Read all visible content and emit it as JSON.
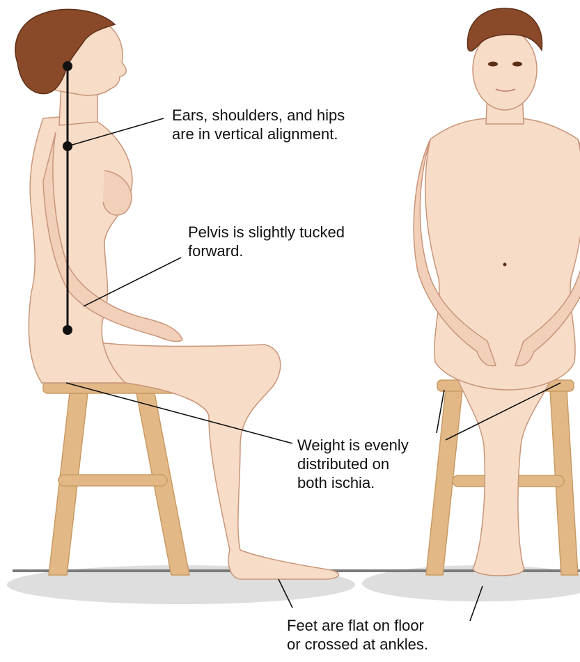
{
  "labels": {
    "alignment": [
      "Ears, shoulders, and hips",
      "are in vertical alignment."
    ],
    "pelvis": [
      "Pelvis is slightly tucked",
      "forward."
    ],
    "weight": [
      "Weight is evenly",
      "distributed on",
      "both ischia."
    ],
    "feet": [
      "Feet are flat on floor",
      "or crossed at ankles."
    ]
  },
  "colors": {
    "skin": "#f7dcc8",
    "skin_shade": "#e8bba0",
    "skin_outline": "#c99679",
    "hair": "#8a4a2a",
    "hair_dark": "#5e2f17",
    "stool": "#e2b986",
    "stool_shade": "#c99a63",
    "floor_line": "#7a7a7a",
    "floor_shadow": "#d9d9d9",
    "leader": "#111111"
  }
}
